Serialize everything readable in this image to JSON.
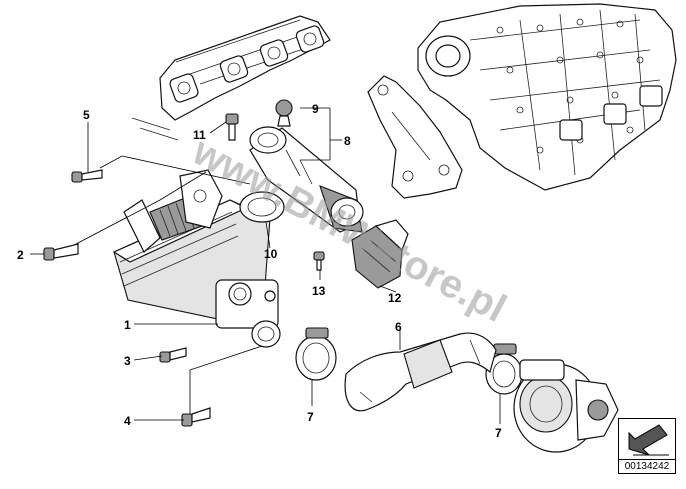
{
  "diagram": {
    "watermark": "www.BMWstore.pl",
    "reference_number": "00134242",
    "callouts": [
      "1",
      "2",
      "3",
      "4",
      "5",
      "6",
      "7",
      "7",
      "8",
      "9",
      "10",
      "11",
      "12",
      "13"
    ]
  },
  "icons": {
    "reference_arrow": "arrow-down-left-icon"
  }
}
